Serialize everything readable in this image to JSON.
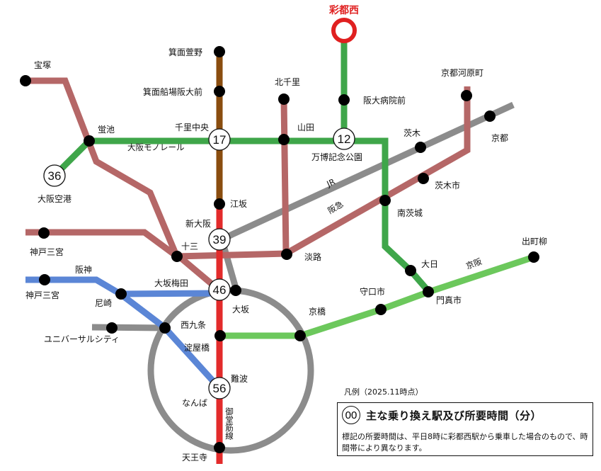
{
  "origin": {
    "name": "彩都西",
    "color": "#e02020"
  },
  "lines": {
    "osaka_monorail": {
      "label": "大阪モノレール",
      "color": "#3fa64a"
    },
    "kita_kyu": {
      "label": "",
      "color": "#8a4d0f"
    },
    "midosuji": {
      "label": "御堂筋線",
      "color": "#e32b2b"
    },
    "hankyu": {
      "label": "阪急",
      "color": "#b56767"
    },
    "jr": {
      "label": "JR",
      "color": "#8c8c8c"
    },
    "hanshin": {
      "label": "阪神",
      "color": "#5b86d6"
    },
    "keihan": {
      "label": "京阪",
      "color": "#6cc85c"
    }
  },
  "stations": {
    "minoh_kayano": "箕面萱野",
    "minoh_senba": "箕面船場阪大前",
    "senri_chuo": "千里中央",
    "hotarugaike": "蛍池",
    "takarazuka": "宝塚",
    "osaka_airport": "大阪空港",
    "kita_senri": "北千里",
    "yamada": "山田",
    "handai_byoin": "阪大病院前",
    "banpaku": "万博記念公園",
    "kyoto_kawaramachi": "京都河原町",
    "kyoto": "京都",
    "ibaraki": "茨木",
    "ibaraki_shi": "茨木市",
    "minami_ibaraki": "南茨城",
    "esaka": "江坂",
    "shin_osaka": "新大阪",
    "juso": "十三",
    "awaji": "淡路",
    "kobe_sannomiya_hankyu": "神戸三宮",
    "kobe_sannomiya_hanshin": "神戸三宮",
    "amagasaki": "尼崎",
    "osaka_umeda": "大坂梅田",
    "osaka": "大坂",
    "nishikujo": "西九条",
    "universal_city": "ユニバーサルシティ",
    "yodoyabashi": "淀屋橋",
    "kyobashi": "京橋",
    "moriguchi_shi": "守口市",
    "dainichi": "大日",
    "kadoma_shi": "門真市",
    "demachiyanagi": "出町柳",
    "namba_kanji": "難波",
    "namba_kana": "なんば",
    "tennoji": "天王寺"
  },
  "travel_times": {
    "senri_chuo": "17",
    "banpaku": "12",
    "osaka_airport": "36",
    "shin_osaka": "39",
    "umeda": "46",
    "namba": "56"
  },
  "legend": {
    "title": "凡例（2025.11時点）",
    "badge_sample": "00",
    "heading": "主な乗り換え駅及び所要時間（分）",
    "note": "標記の所要時間は、平日8時に彩都西駅から乗車した場合のもので、時間帯により異なります。"
  }
}
